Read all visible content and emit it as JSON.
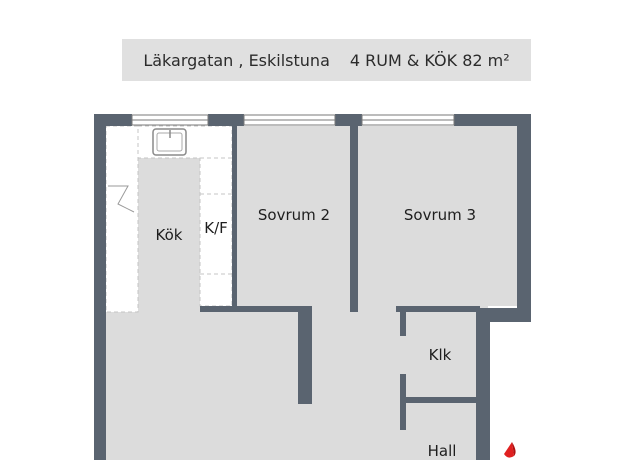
{
  "header": {
    "address": "Läkargatan , Eskilstuna",
    "summary": "4 RUM & KÖK 82 m²"
  },
  "rooms": {
    "kitchen": "Kök",
    "fridge_freezer": "K/F",
    "bedroom_2": "Sovrum 2",
    "bedroom_3": "Sovrum 3",
    "closet": "Klk",
    "hall": "Hall"
  },
  "colors": {
    "wall": "#5a6470",
    "floor": "#dcdcdc",
    "window_frame": "#7a7a7a",
    "fixture_stroke": "#b4b4b4",
    "compass": "#e02020"
  },
  "icons": {
    "compass": "compass-icon",
    "sink": "sink-icon",
    "stove": "stove-icon"
  }
}
